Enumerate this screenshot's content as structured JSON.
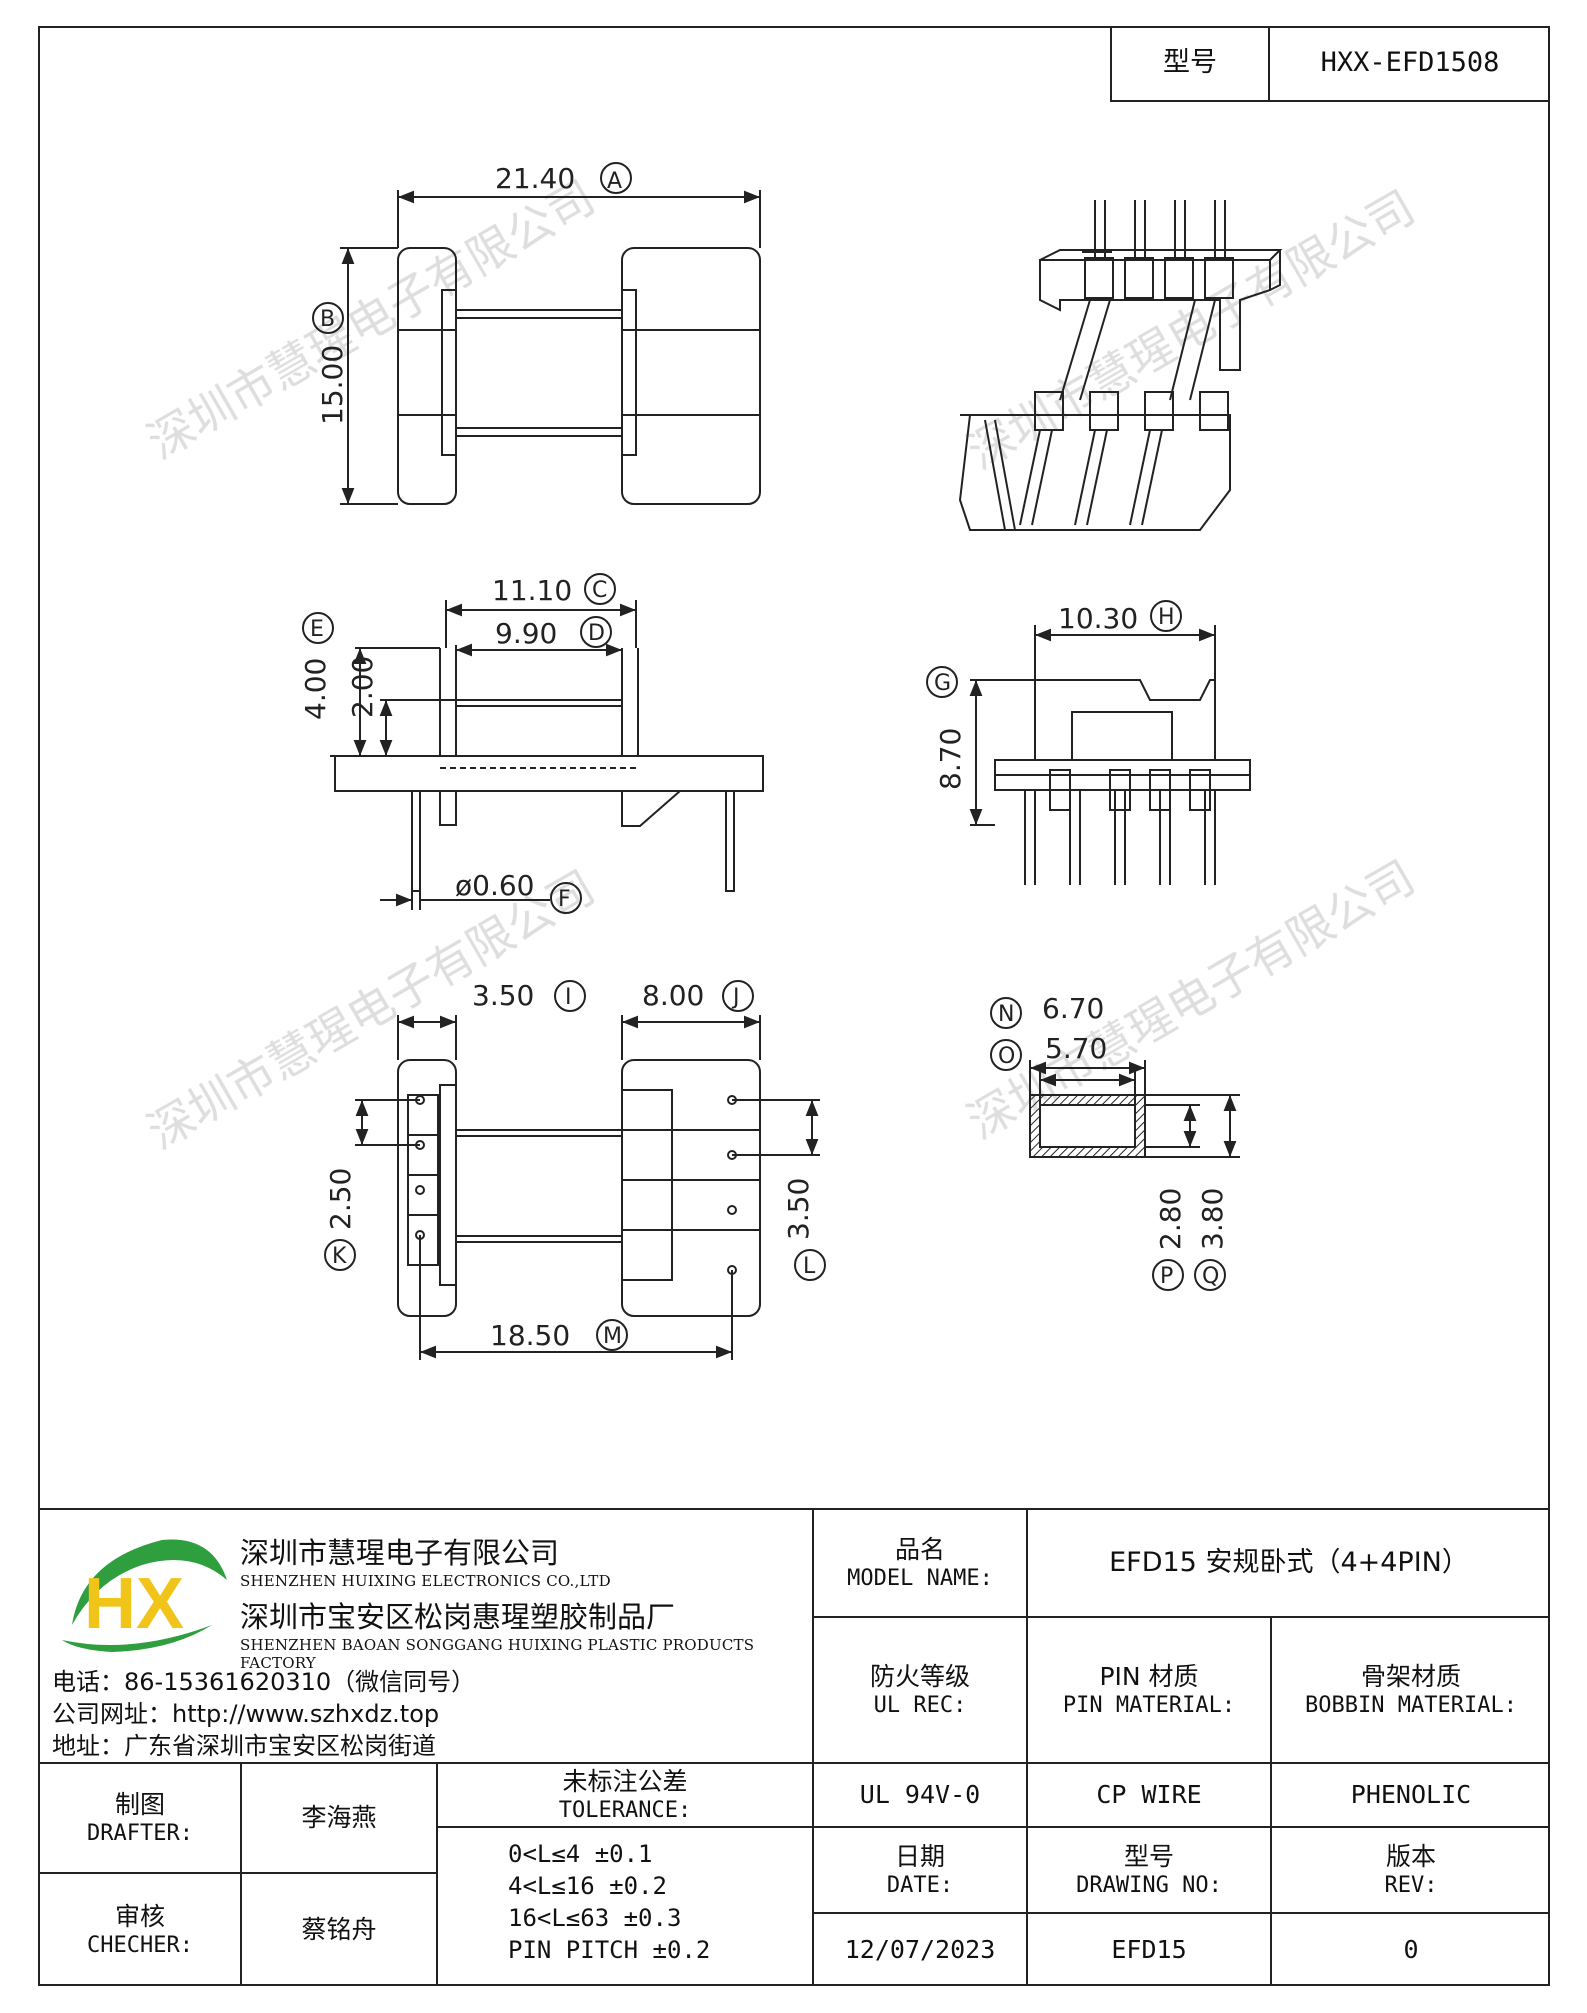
{
  "header": {
    "model_label": "型号",
    "model_value": "HXX-EFD1508"
  },
  "dimensions": {
    "A": "21.40",
    "B": "15.00",
    "C": "11.10",
    "D": "9.90",
    "E": "4.00",
    "E_inner": "2.00",
    "F": "ø0.60",
    "G": "8.70",
    "H": "10.30",
    "I": "3.50",
    "J": "8.00",
    "K": "2.50",
    "L": "3.50",
    "M": "18.50",
    "N": "6.70",
    "O": "5.70",
    "P": "2.80",
    "Q": "3.80"
  },
  "markers": {
    "A": "A",
    "B": "B",
    "C": "C",
    "D": "D",
    "E": "E",
    "F": "F",
    "G": "G",
    "H": "H",
    "I": "I",
    "J": "J",
    "K": "K",
    "L": "L",
    "M": "M",
    "N": "N",
    "O": "O",
    "P": "P",
    "Q": "Q"
  },
  "watermark": "深圳市慧瑆电子有限公司",
  "company": {
    "logo_text": "HX",
    "name_cn": "深圳市慧瑆电子有限公司",
    "name_en": "SHENZHEN HUIXING ELECTRONICS CO.,LTD",
    "factory_cn": "深圳市宝安区松岗惠瑆塑胶制品厂",
    "factory_en": "SHENZHEN BAOAN SONGGANG HUIXING PLASTIC PRODUCTS FACTORY",
    "phone": "电话：86-15361620310（微信同号）",
    "website": "公司网址：http://www.szhxdz.top",
    "address": "地址：广东省深圳市宝安区松岗街道"
  },
  "title_block": {
    "model_name_cn": "品名",
    "model_name_en": "MODEL NAME:",
    "model_name_value": "EFD15 安规卧式（4+4PIN）",
    "ul_cn": "防火等级",
    "ul_en": "UL REC:",
    "pin_cn": "PIN 材质",
    "pin_en": "PIN MATERIAL:",
    "bobbin_cn": "骨架材质",
    "bobbin_en": "BOBBIN MATERIAL:",
    "ul_value": "UL 94V-0",
    "pin_value": "CP WIRE",
    "bobbin_value": "PHENOLIC",
    "drafter_cn": "制图",
    "drafter_en": "DRAFTER:",
    "drafter_value": "李海燕",
    "checker_cn": "审核",
    "checker_en": "CHECHER:",
    "checker_value": "蔡铭舟",
    "tolerance_cn": "未标注公差",
    "tolerance_en": "TOLERANCE:",
    "tolerance_lines": [
      "0<L≤4  ±0.1",
      "4<L≤16 ±0.2",
      "16<L≤63 ±0.3",
      "PIN PITCH ±0.2"
    ],
    "date_cn": "日期",
    "date_en": "DATE:",
    "date_value": "12/07/2023",
    "drawing_cn": "型号",
    "drawing_en": "DRAWING NO:",
    "drawing_value": "EFD15",
    "rev_cn": "版本",
    "rev_en": "REV:",
    "rev_value": "0"
  }
}
